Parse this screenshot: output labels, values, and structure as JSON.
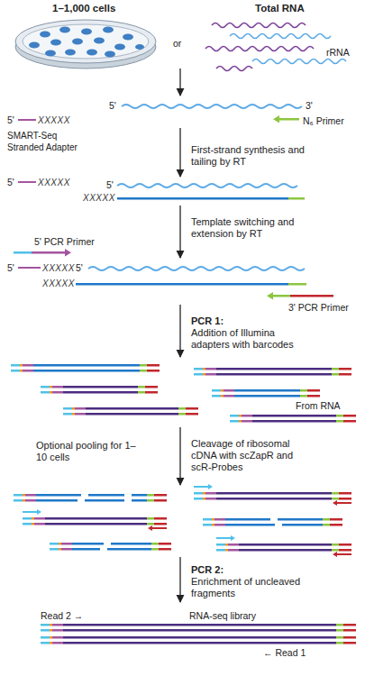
{
  "diagram": {
    "labels": [
      "1–1,000 cells",
      "Total RNA",
      "or",
      "rRNA",
      "5'",
      "XXXXX",
      "SMART-Seq Stranded Adapter",
      "5'",
      "3'",
      "N₆ Primer",
      "First-strand synthesis and tailing by RT",
      "5'",
      "XXXXX",
      "5'",
      "XXXXX",
      "Template switching and extension by RT",
      "5' PCR Primer",
      "5'",
      "XXXXX",
      "5'",
      "XXXXX",
      "3' PCR Primer",
      "PCR 1:",
      "Addition of Illumina adapters with barcodes",
      "From RNA",
      "Optional pooling for 1–10 cells",
      "Cleavage of ribosomal cDNA with scZapR and scR-Probes",
      "PCR 2:",
      "Enrichment of uncleaved fragments",
      "Read 2 →",
      "RNA-seq library",
      "← Read 1"
    ]
  }
}
